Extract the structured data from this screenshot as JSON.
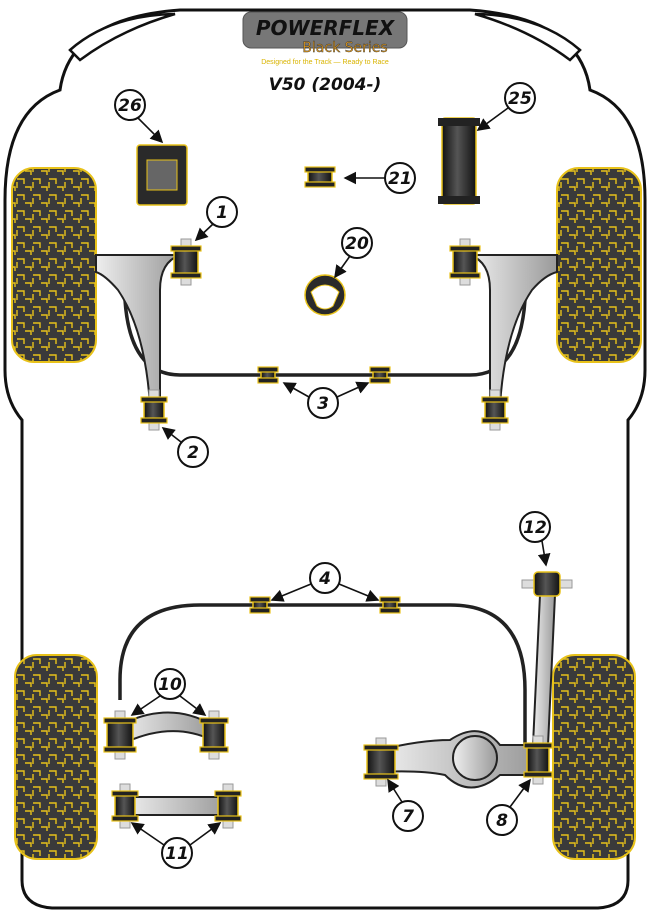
{
  "brand": {
    "logo_text": "POWERFLEX",
    "series": "Black Series",
    "tagline": "Designed for the Track — Ready to Race"
  },
  "title": "V50 (2004-)",
  "colors": {
    "accent": "#f2d21b",
    "rubber": "#2a2a2a",
    "arm": "#b8b8b8",
    "outline": "#111111"
  },
  "callouts": {
    "c26": "26",
    "c25": "25",
    "c21": "21",
    "c1": "1",
    "c20": "20",
    "c3": "3",
    "c2": "2",
    "c12": "12",
    "c4": "4",
    "c10": "10",
    "c7": "7",
    "c8": "8",
    "c11": "11"
  }
}
